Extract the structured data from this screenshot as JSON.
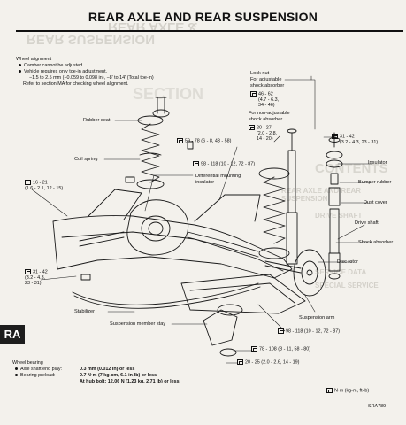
{
  "title": "REAR AXLE AND REAR SUSPENSION",
  "tab_label": "RA",
  "figure_code": "SRA789",
  "wheel_alignment": {
    "heading": "Wheel alignment",
    "line1": "Camber cannot be adjusted.",
    "line2": "Vehicle requires only toe-in adjustment.",
    "line3": "−1.5 to 2.5 mm (−0.059 to 0.098 in), −8' to 14' (Total toe-in)",
    "line4": "Refer to section MA for checking wheel alignment."
  },
  "labels": {
    "rubber_seat": "Rubber seat",
    "coil_spring": "Coil spring",
    "diff_mounting": "Differential mounting",
    "insulator_mid": "insulator",
    "lock_nut": "Lock nut",
    "for_adjustable": "For adjustable",
    "shock_absorber": "shock absorber",
    "for_non_adjustable": "For non-adjustable",
    "shock_absorber_2": "shock absorber",
    "insulator_right": "Insulator",
    "bumper_rubber": "Bumper rubber",
    "dust_cover": "Dust cover",
    "drive_shaft": "Drive shaft",
    "shock_absorber_right": "Shock absorber",
    "disc_rotor": "Disc rotor",
    "suspension_arm": "Suspension arm",
    "stabilizer": "Stabilizer",
    "suspension_member_stay": "Suspension member stay"
  },
  "torques": {
    "t1": "59 - 78 (6 - 8, 43 - 58)",
    "t2": "98 - 118 (10 - 12, 72 - 87)",
    "t3a": "16 - 21",
    "t3b": "(1.6 - 2.1, 12 - 15)",
    "t4a": "31 - 42",
    "t4b": "(3.2 - 4.3,",
    "t4c": "23 - 31)",
    "t5a": "46 - 62",
    "t5b": "(4.7 - 6.3,",
    "t5c": "34 - 46)",
    "t6a": "20 - 27",
    "t6b": "(2.0 - 2.8,",
    "t6c": "14 - 20)",
    "t7a": "31 - 42",
    "t7b": "(3.2 - 4.3, 23 - 31)",
    "t8": "98 - 118 (10 - 12, 72 - 87)",
    "t9": "78 - 108 (8 - 11, 58 - 80)",
    "t10": "20 - 25 (2.0 - 2.6, 14 - 19)"
  },
  "wheel_bearing": {
    "heading": "Wheel bearing",
    "row1_label": "Axle shaft end play:",
    "row1_value": "0.3 mm (0.012 in) or less",
    "row2_label": "Bearing preload:",
    "row2_value": "0.7 N·m (7 kg-cm, 6.1 in-lb) or less",
    "row3_value": "At hub bolt: 12.06 N (1.23 kg, 2.71 lb) or less"
  },
  "legend": "N·m (kg-m, ft-lb)",
  "bleed_through": {
    "a": "REAR AXLE &",
    "b": "REAR SUSPENSION",
    "c": "SECTION",
    "d": "CONTENTS",
    "e": "REAR AXLE AND REAR SUSPENSION",
    "f": "DRIVE SHAFT",
    "g": "SERVICE DATA",
    "h": "SPECIAL SERVICE"
  }
}
